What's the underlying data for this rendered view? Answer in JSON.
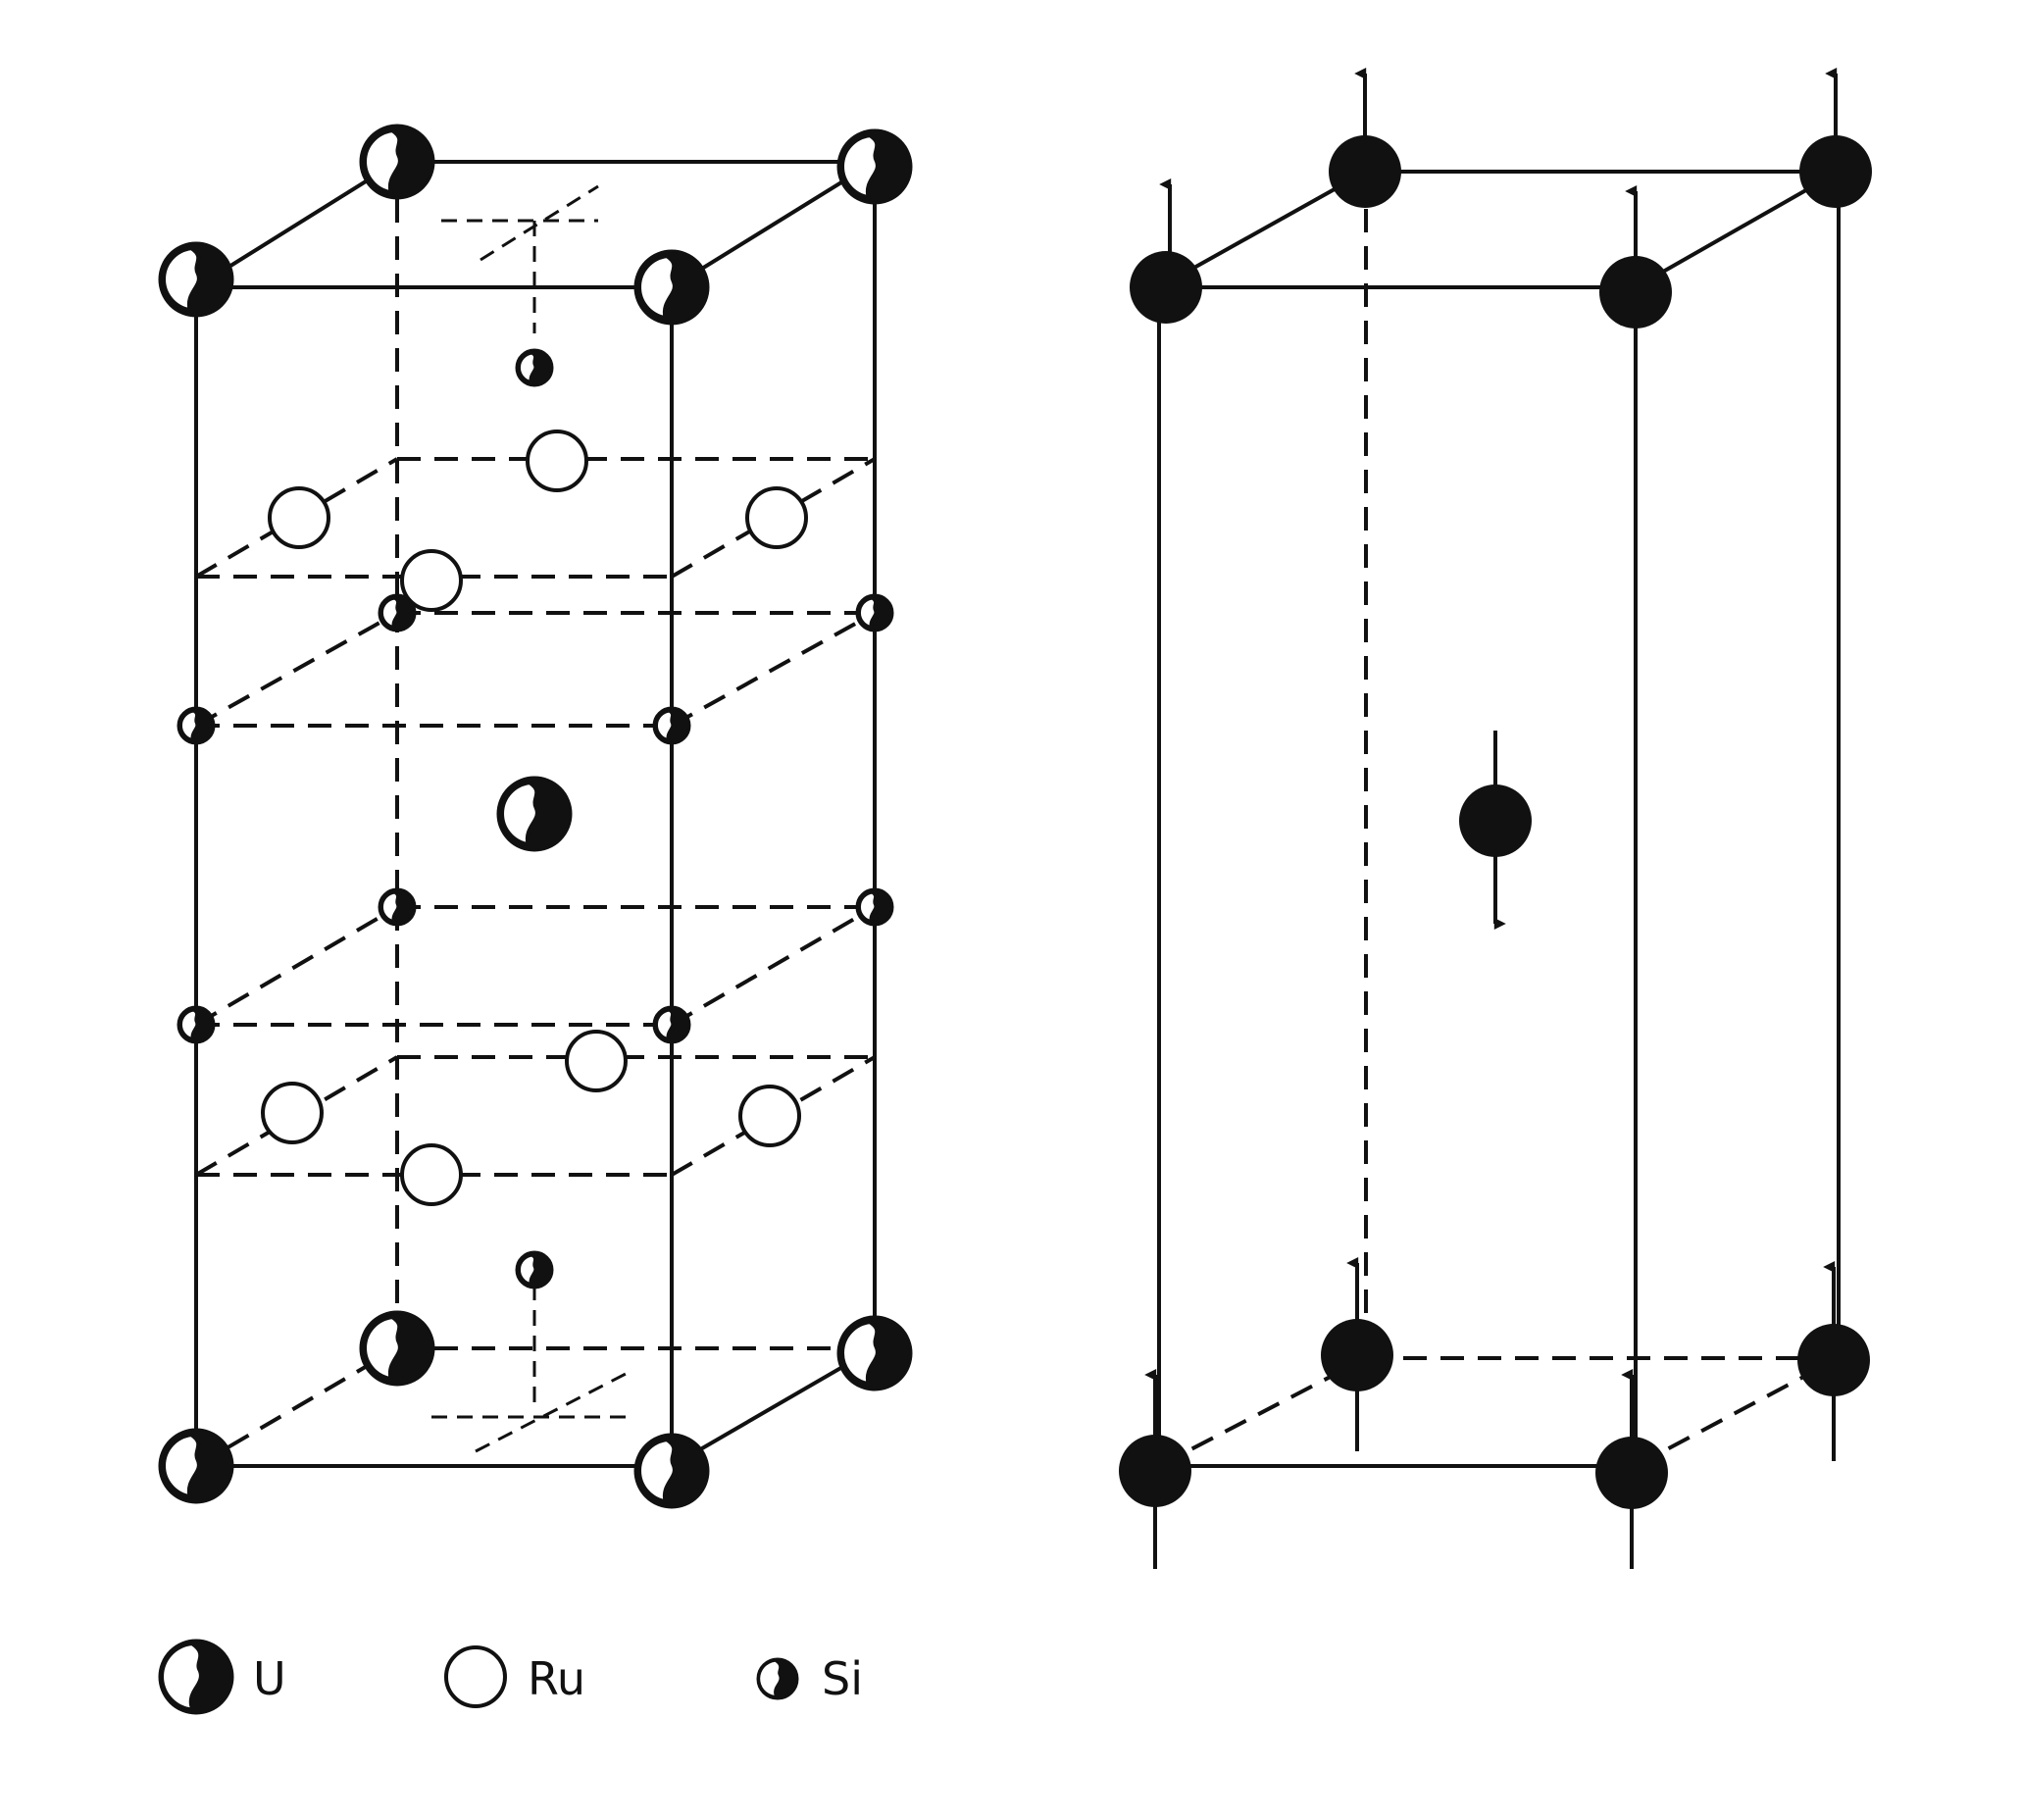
{
  "legend": {
    "items": [
      {
        "key": "uranium",
        "label": "U",
        "symbol": "half-filled-large-atom-icon"
      },
      {
        "key": "ruthenium",
        "label": "Ru",
        "symbol": "open-circle-atom-icon"
      },
      {
        "key": "silicon",
        "label": "Si",
        "symbol": "half-filled-small-atom-icon"
      }
    ]
  },
  "colors": {
    "ink": "#111111",
    "background": "#ffffff"
  }
}
